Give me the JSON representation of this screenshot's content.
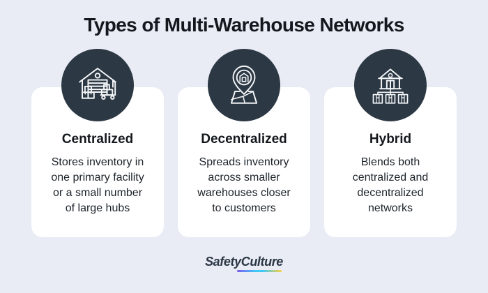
{
  "title": "Types of Multi-Warehouse Networks",
  "cards": [
    {
      "title": "Centralized",
      "description": "Stores inventory in\none primary facility\nor a small number\nof large hubs",
      "icon": "warehouse-icon"
    },
    {
      "title": "Decentralized",
      "description": "Spreads inventory\nacross smaller\nwarehouses closer\nto customers",
      "icon": "map-pin-warehouse-icon"
    },
    {
      "title": "Hybrid",
      "description": "Blends both\ncentralized and\ndecentralized\nnetworks",
      "icon": "hybrid-network-icon"
    }
  ],
  "footer": {
    "logo_safety": "Safety",
    "logo_culture": "Culture"
  },
  "theme": {
    "background": "#e9ecf5",
    "card_background": "#ffffff",
    "icon_circle": "#2c3844",
    "text_dark": "#14181d",
    "body_text": "#1d232a",
    "logo_color": "#2b3744",
    "logo_gradient": [
      "#7d5cf5",
      "#3fc9f5",
      "#ffd23f"
    ]
  }
}
